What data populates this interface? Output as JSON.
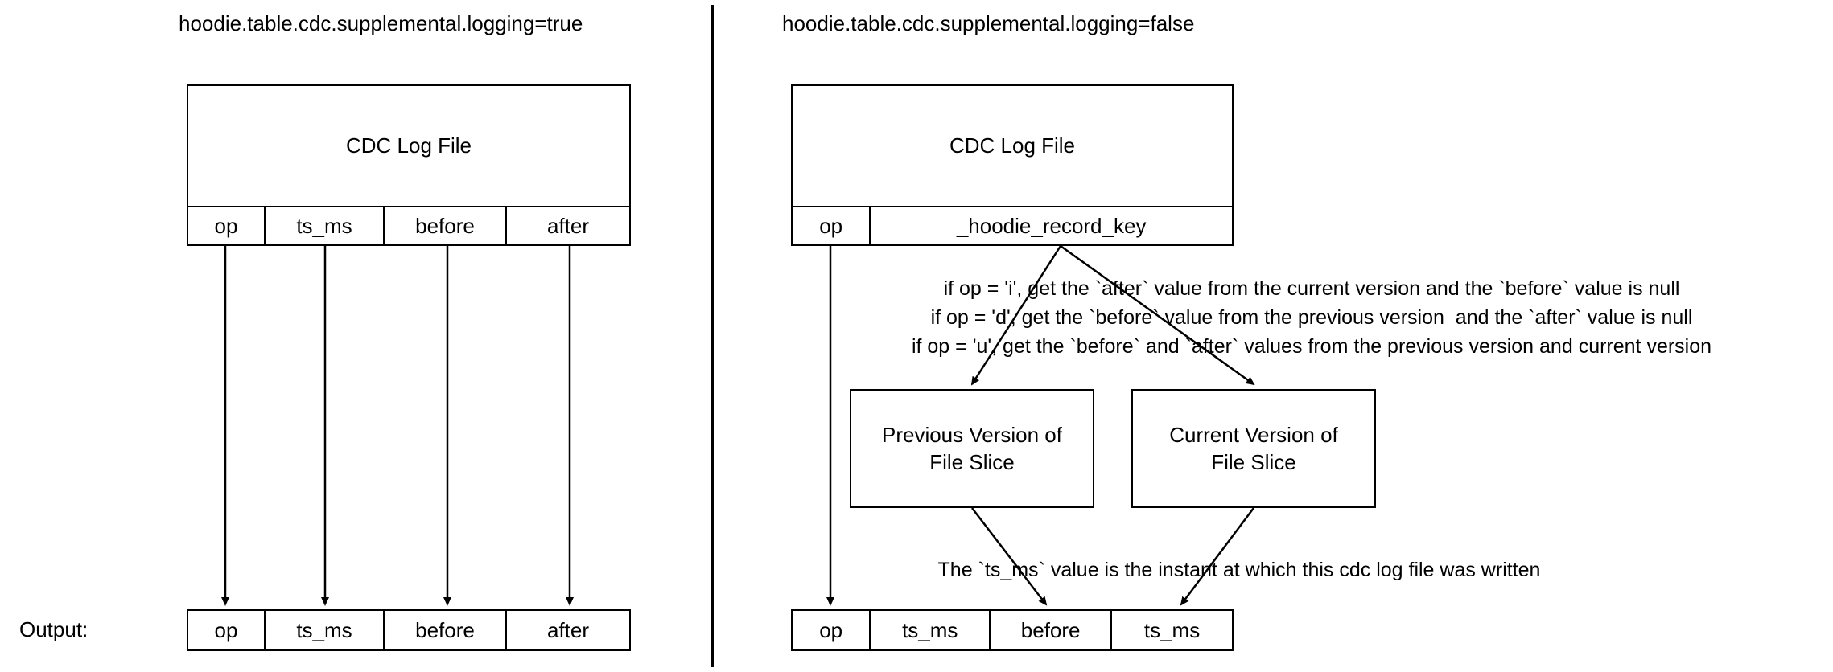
{
  "diagram": {
    "title_left": "hoodie.table.cdc.supplemental.logging=true",
    "title_right": "hoodie.table.cdc.supplemental.logging=false",
    "output_label": "Output:",
    "left": {
      "log_file": {
        "header": "CDC Log File",
        "columns": [
          "op",
          "ts_ms",
          "before",
          "after"
        ]
      },
      "output_row": {
        "columns": [
          "op",
          "ts_ms",
          "before",
          "after"
        ]
      }
    },
    "right": {
      "log_file": {
        "header": "CDC Log File",
        "columns": [
          "op",
          "_hoodie_record_key"
        ]
      },
      "rules": [
        "if op = 'i', get the `after` value from the current version and the `before` value is null",
        "if op = 'd', get the `before` value from the previous version  and the `after` value is null",
        "if op = 'u', get the `before` and `after` values from the previous version and current version"
      ],
      "previous_version_box": "Previous Version of\nFile Slice",
      "previous_version_line1": "Previous Version of",
      "previous_version_line2": "File Slice",
      "current_version_box": "Current Version of\nFile Slice",
      "current_version_line1": "Current Version of",
      "current_version_line2": "File Slice",
      "ts_ms_note": "The `ts_ms` value is the instant at which this cdc log file was written",
      "output_row": {
        "columns": [
          "op",
          "ts_ms",
          "before",
          "ts_ms"
        ]
      }
    },
    "colors": {
      "stroke": "#000000",
      "background": "#ffffff",
      "text": "#000000"
    }
  }
}
